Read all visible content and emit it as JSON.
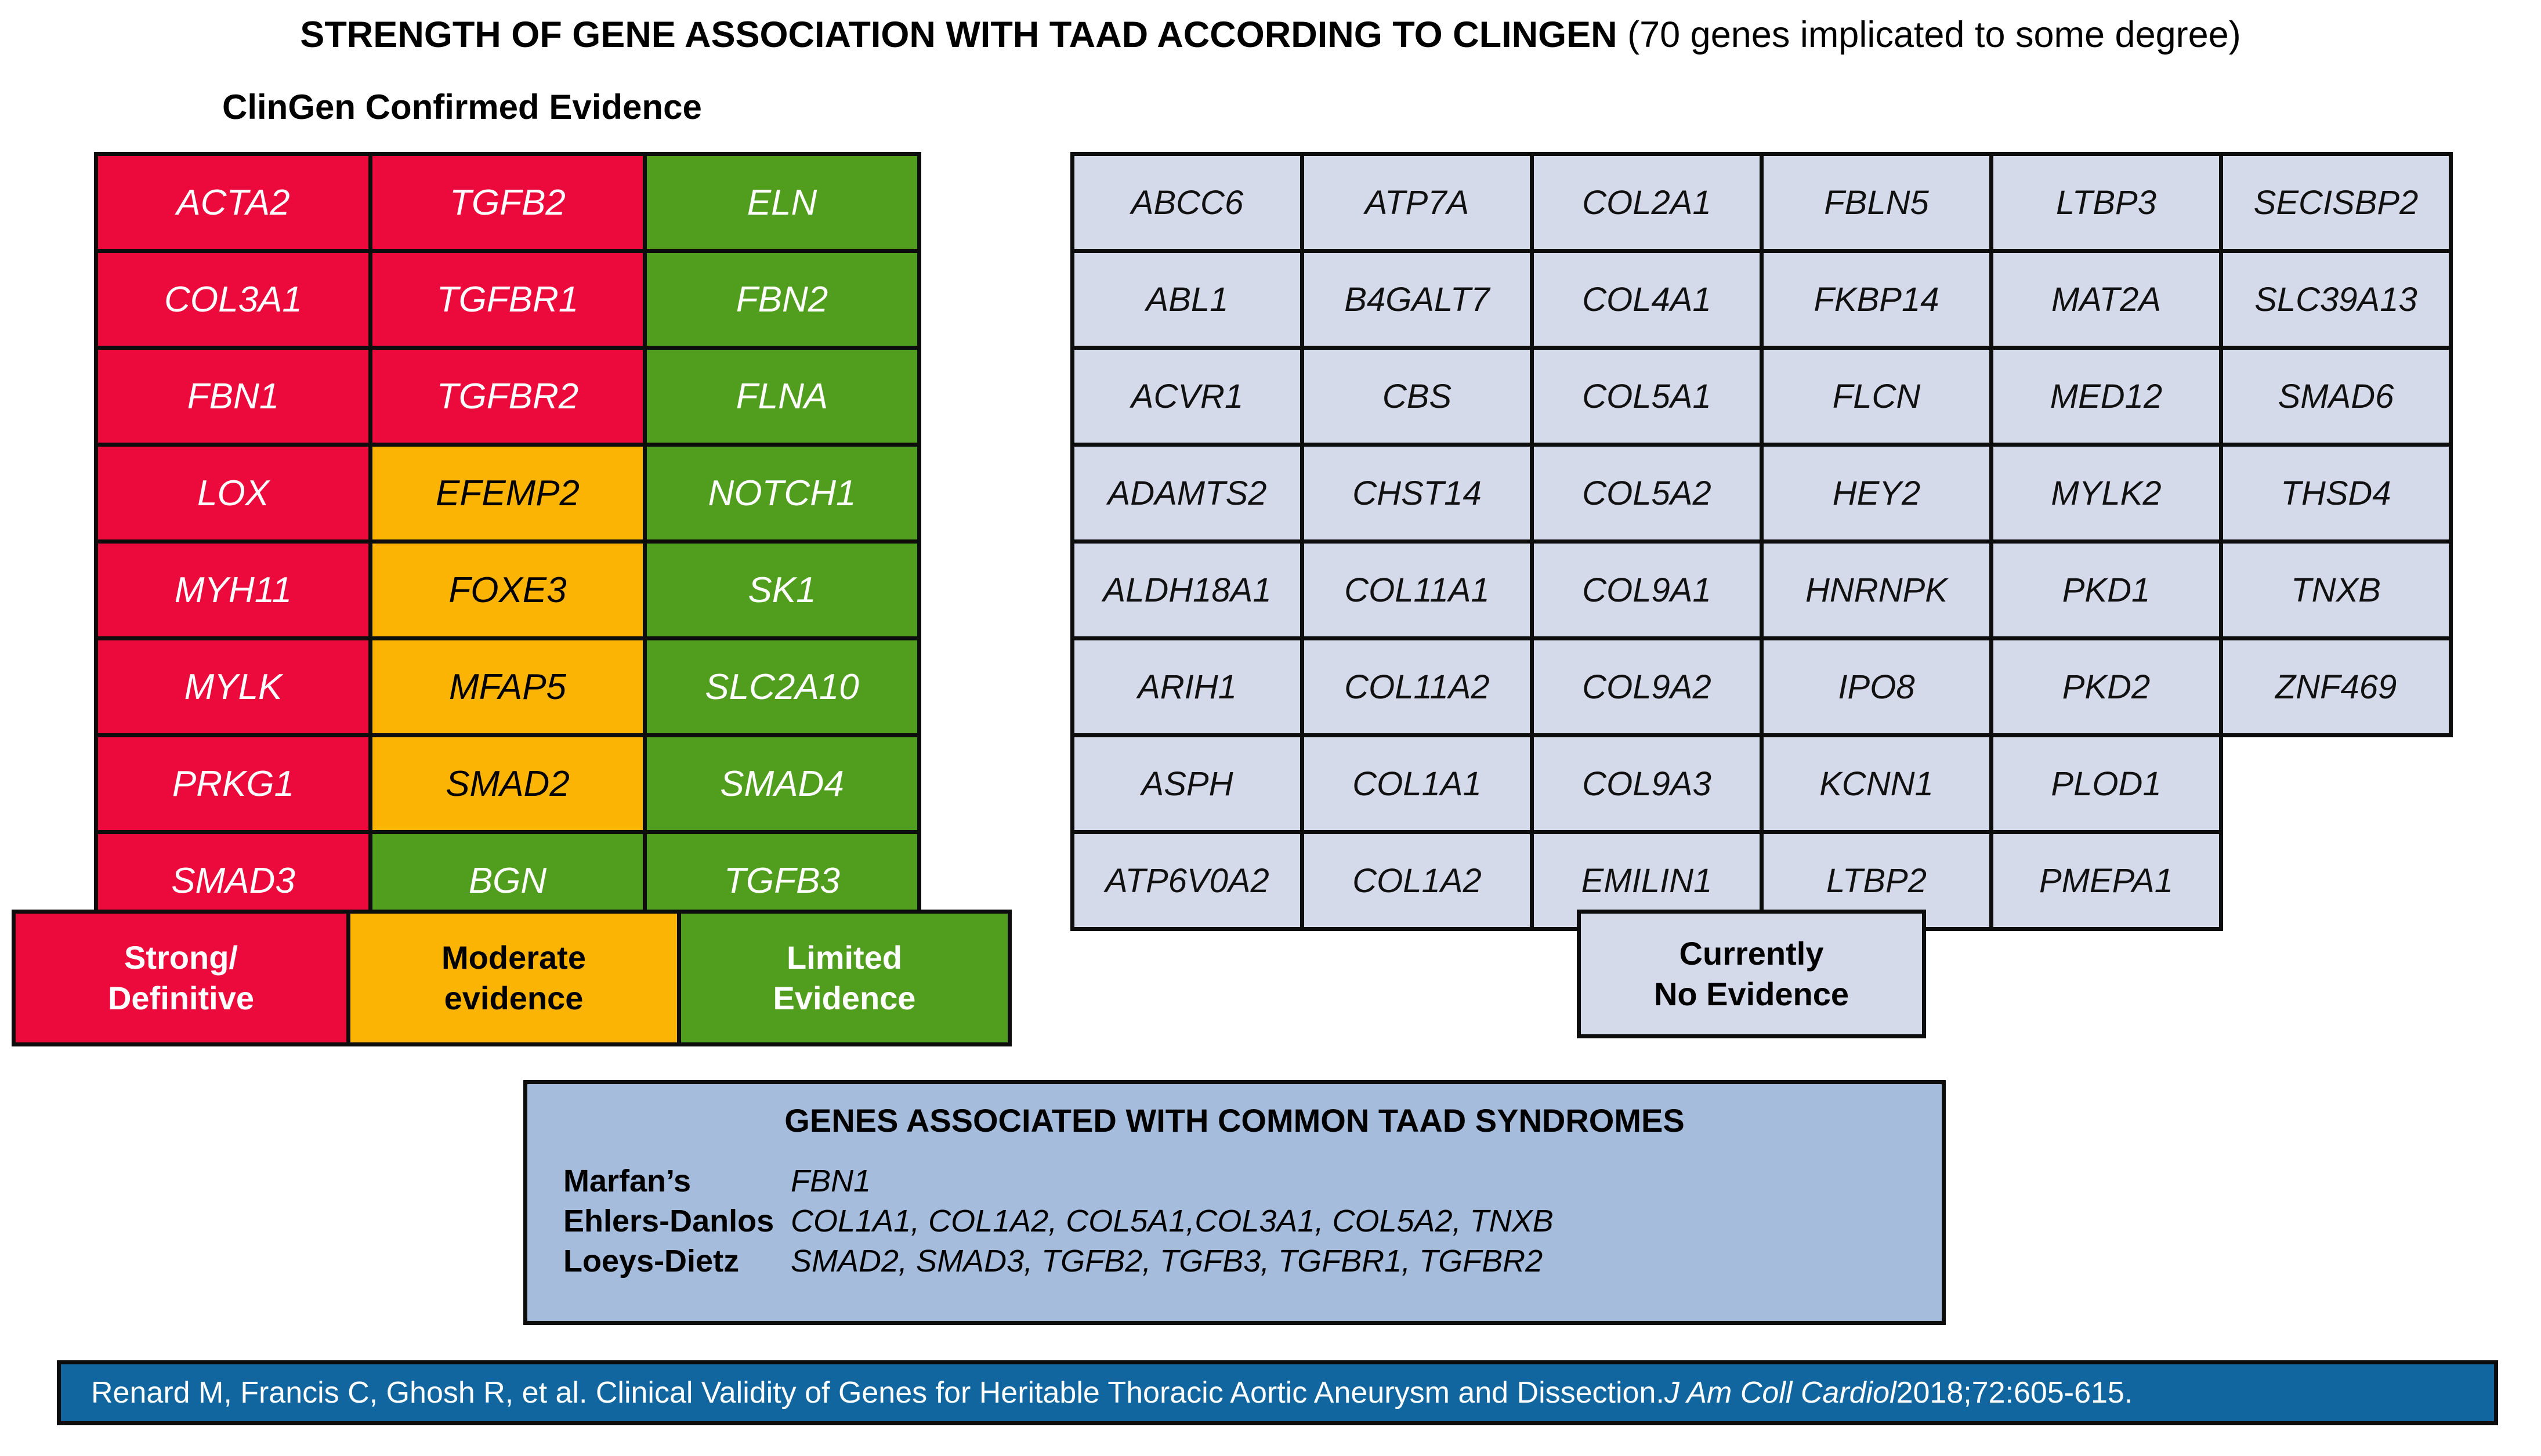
{
  "title": {
    "main": "STRENGTH OF GENE ASSOCIATION WITH TAAD ACCORDING TO CLINGEN",
    "parenthetical": " (70 genes implicated to some degree)",
    "subtitle": "ClinGen Confirmed Evidence"
  },
  "confirmed_table": {
    "rows": [
      [
        {
          "gene": "ACTA2",
          "level": "strong"
        },
        {
          "gene": "TGFB2",
          "level": "strong"
        },
        {
          "gene": "ELN",
          "level": "limited"
        }
      ],
      [
        {
          "gene": "COL3A1",
          "level": "strong"
        },
        {
          "gene": "TGFBR1",
          "level": "strong"
        },
        {
          "gene": "FBN2",
          "level": "limited"
        }
      ],
      [
        {
          "gene": "FBN1",
          "level": "strong"
        },
        {
          "gene": "TGFBR2",
          "level": "strong"
        },
        {
          "gene": "FLNA",
          "level": "limited"
        }
      ],
      [
        {
          "gene": "LOX",
          "level": "strong"
        },
        {
          "gene": "EFEMP2",
          "level": "moderate"
        },
        {
          "gene": "NOTCH1",
          "level": "limited"
        }
      ],
      [
        {
          "gene": "MYH11",
          "level": "strong"
        },
        {
          "gene": "FOXE3",
          "level": "moderate"
        },
        {
          "gene": "SK1",
          "level": "limited"
        }
      ],
      [
        {
          "gene": "MYLK",
          "level": "strong"
        },
        {
          "gene": "MFAP5",
          "level": "moderate"
        },
        {
          "gene": "SLC2A10",
          "level": "limited"
        }
      ],
      [
        {
          "gene": "PRKG1",
          "level": "strong"
        },
        {
          "gene": "SMAD2",
          "level": "moderate"
        },
        {
          "gene": "SMAD4",
          "level": "limited"
        }
      ],
      [
        {
          "gene": "SMAD3",
          "level": "strong"
        },
        {
          "gene": "BGN",
          "level": "limited"
        },
        {
          "gene": "TGFB3",
          "level": "limited"
        }
      ]
    ]
  },
  "noevidence_table": {
    "rows": [
      [
        "ABCC6",
        "ATP7A",
        "COL2A1",
        "FBLN5",
        "LTBP3",
        "SECISBP2"
      ],
      [
        "ABL1",
        "B4GALT7",
        "COL4A1",
        "FKBP14",
        "MAT2A",
        "SLC39A13"
      ],
      [
        "ACVR1",
        "CBS",
        "COL5A1",
        "FLCN",
        "MED12",
        "SMAD6"
      ],
      [
        "ADAMTS2",
        "CHST14",
        "COL5A2",
        "HEY2",
        "MYLK2",
        "THSD4"
      ],
      [
        "ALDH18A1",
        "COL11A1",
        "COL9A1",
        "HNRNPK",
        "PKD1",
        "TNXB"
      ],
      [
        "ARIH1",
        "COL11A2",
        "COL9A2",
        "IPO8",
        "PKD2",
        "ZNF469"
      ],
      [
        "ASPH",
        "COL1A1",
        "COL9A3",
        "KCNN1",
        "PLOD1",
        ""
      ],
      [
        "ATP6V0A2",
        "COL1A2",
        "EMILIN1",
        "LTBP2",
        "PMEPA1",
        ""
      ]
    ]
  },
  "legend": {
    "items": [
      {
        "line1": "Strong/",
        "line2": "Definitive",
        "level": "strong"
      },
      {
        "line1": "Moderate",
        "line2": "evidence",
        "level": "moderate"
      },
      {
        "line1": "Limited",
        "line2": "Evidence",
        "level": "limited"
      }
    ],
    "no_evidence": {
      "line1": "Currently",
      "line2": "No Evidence"
    }
  },
  "syndromes": {
    "title": "GENES ASSOCIATED WITH COMMON TAAD SYNDROMES",
    "rows": [
      {
        "name": "Marfan’s",
        "genes": "FBN1"
      },
      {
        "name": "Ehlers-Danlos",
        "genes": "COL1A1, COL1A2, COL5A1,COL3A1, COL5A2, TNXB"
      },
      {
        "name": "Loeys-Dietz",
        "genes": "SMAD2, SMAD3, TGFB2, TGFB3, TGFBR1, TGFBR2"
      }
    ]
  },
  "citation": {
    "before": "Renard M, Francis C, Ghosh R, et al. Clinical Validity of Genes for Heritable Thoracic Aortic Aneurysm and Dissection. ",
    "journal": "J Am Coll Cardiol",
    "after": " 2018;72:605-615."
  },
  "colors": {
    "strong": "#EC0A3C",
    "moderate": "#FCB404",
    "limited": "#519E1F",
    "no_evidence": "#D4DAEA",
    "syndrome_panel": "#A6BCDC",
    "citation_bar": "#1266A0",
    "border": "#0D0D0D"
  }
}
